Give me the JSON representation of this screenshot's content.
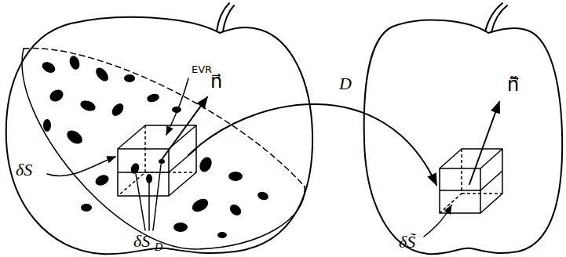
{
  "diagram": {
    "labels": [
      "EVR",
      "n⃗",
      "δS",
      "δS",
      "D",
      "D",
      "ñ⃗",
      "δS̃"
    ]
  }
}
